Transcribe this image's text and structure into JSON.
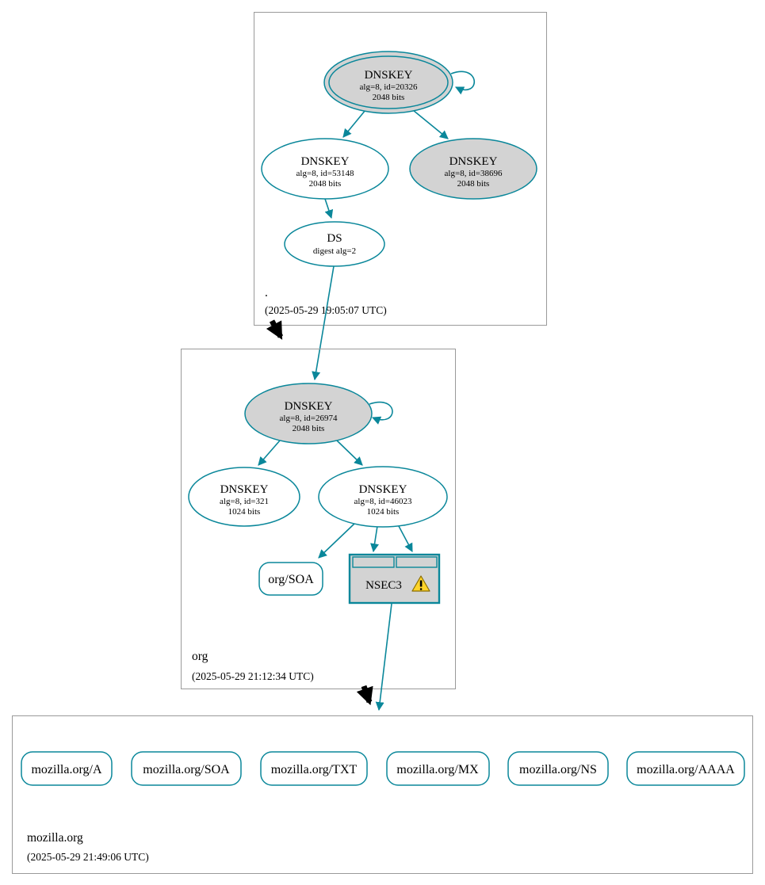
{
  "colors": {
    "edge_secure": "#0a879a",
    "ksk_fill": "#d3d3d3",
    "node_fill": "#ffffff",
    "zone_border": "#9a9a9a",
    "warning_fill": "#ffd42a",
    "text": "#000000",
    "interzone_arrow": "#000000"
  },
  "zones": {
    "root": {
      "label": ".",
      "timestamp": "(2025-05-29 19:05:07 UTC)",
      "nodes": {
        "ksk": {
          "title": "DNSKEY",
          "detail1": "alg=8, id=20326",
          "detail2": "2048 bits"
        },
        "zsk": {
          "title": "DNSKEY",
          "detail1": "alg=8, id=53148",
          "detail2": "2048 bits"
        },
        "standby": {
          "title": "DNSKEY",
          "detail1": "alg=8, id=38696",
          "detail2": "2048 bits"
        },
        "ds": {
          "title": "DS",
          "detail1": "digest alg=2"
        }
      }
    },
    "org": {
      "label": "org",
      "timestamp": "(2025-05-29 21:12:34 UTC)",
      "nodes": {
        "ksk": {
          "title": "DNSKEY",
          "detail1": "alg=8, id=26974",
          "detail2": "2048 bits"
        },
        "zsk1": {
          "title": "DNSKEY",
          "detail1": "alg=8, id=321",
          "detail2": "1024 bits"
        },
        "zsk2": {
          "title": "DNSKEY",
          "detail1": "alg=8, id=46023",
          "detail2": "1024 bits"
        },
        "soa": {
          "label": "org/SOA"
        },
        "nsec3": {
          "label": "NSEC3",
          "icon": "warning-triangle"
        }
      }
    },
    "mozilla": {
      "label": "mozilla.org",
      "timestamp": "(2025-05-29 21:49:06 UTC)",
      "rrsets": [
        "mozilla.org/A",
        "mozilla.org/SOA",
        "mozilla.org/TXT",
        "mozilla.org/MX",
        "mozilla.org/NS",
        "mozilla.org/AAAA"
      ]
    }
  }
}
